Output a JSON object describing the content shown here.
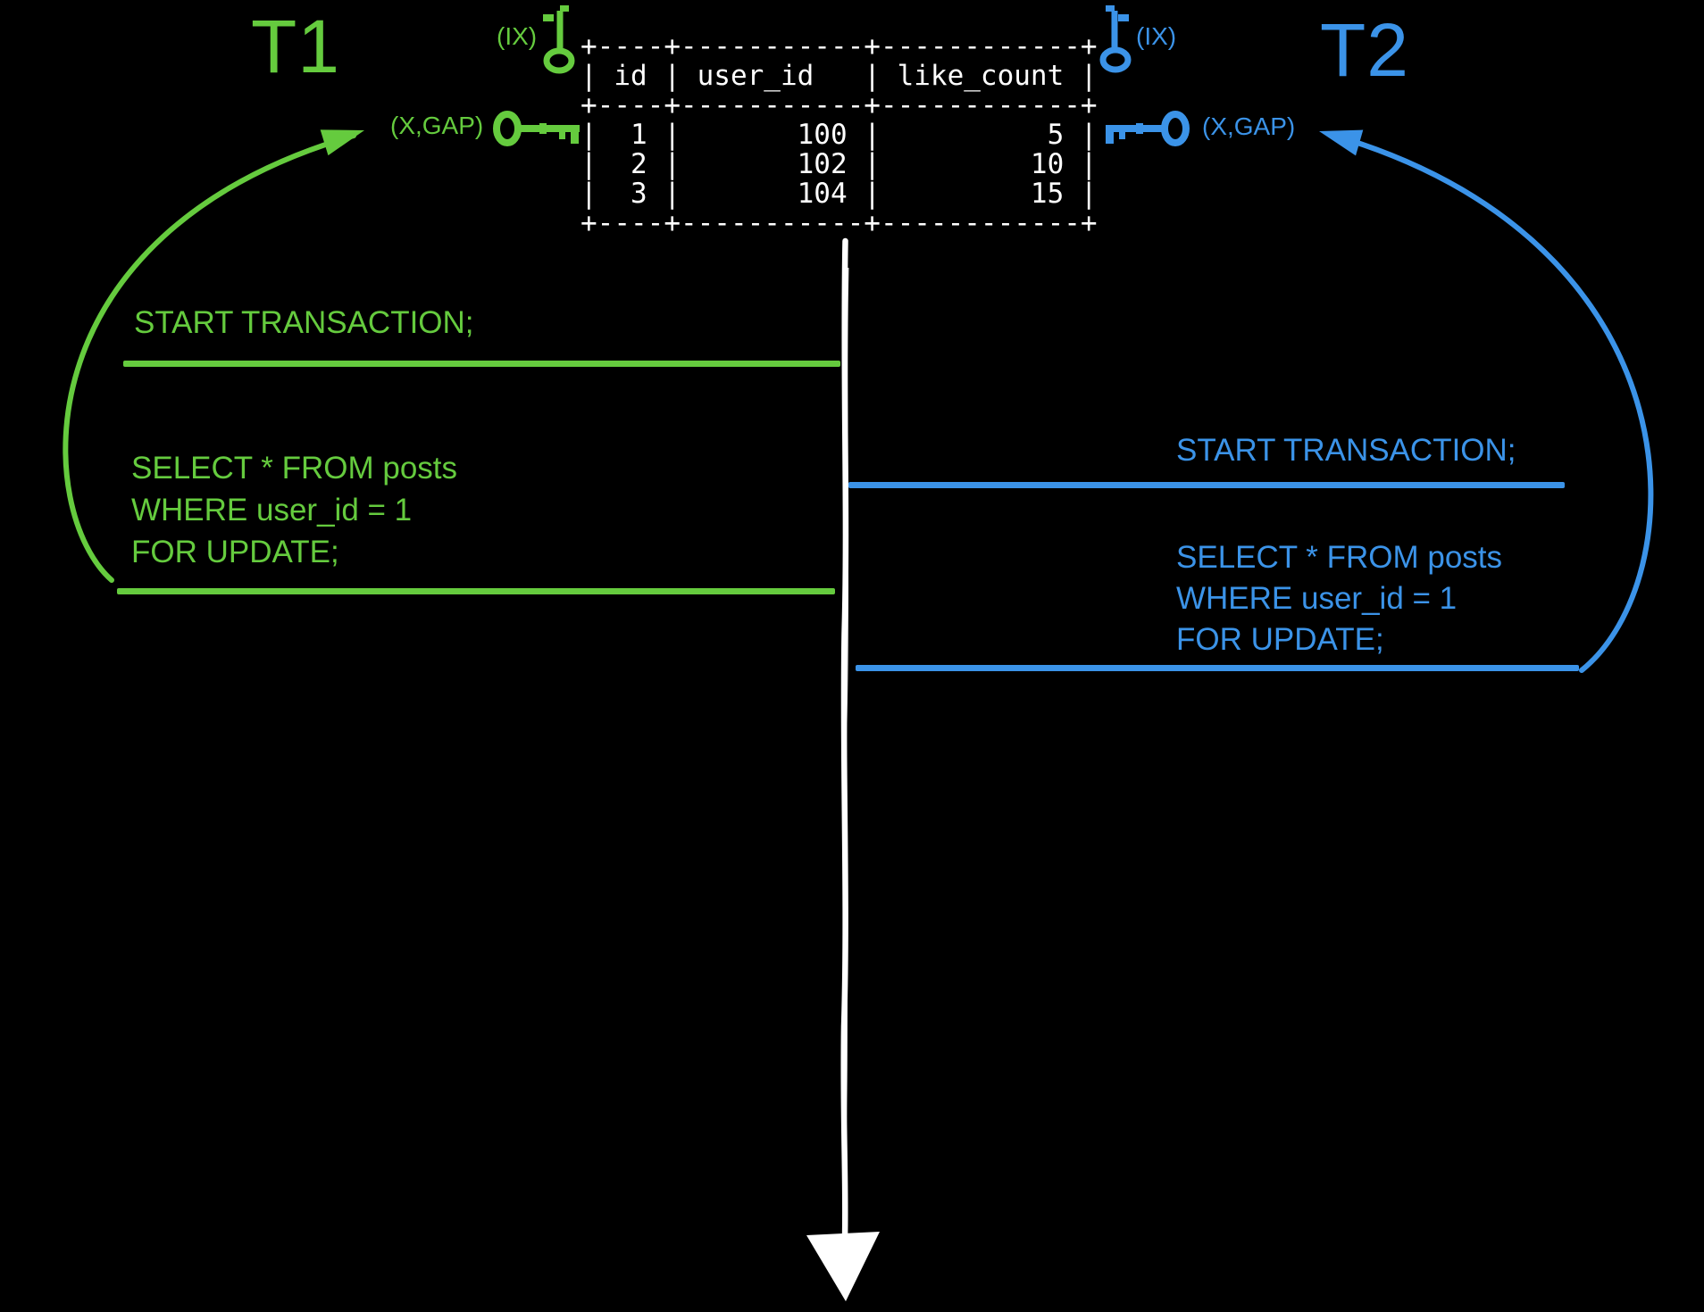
{
  "colors": {
    "t1_green": "#65cb3e",
    "t2_blue": "#3b93e8",
    "timeline_white": "#ffffff",
    "background": "#000000"
  },
  "t1": {
    "label": "T1",
    "intent_lock_label": "(IX)",
    "row_lock_label": "(X,GAP)",
    "statement1": "START TRANSACTION;",
    "statement2_lines": [
      "SELECT * FROM posts",
      "WHERE user_id = 1",
      "FOR UPDATE;"
    ]
  },
  "t2": {
    "label": "T2",
    "intent_lock_label": "(IX)",
    "row_lock_label": "(X,GAP)",
    "statement1": "START TRANSACTION;",
    "statement2_lines": [
      "SELECT * FROM posts",
      "WHERE user_id = 1",
      "FOR UPDATE;"
    ]
  },
  "table": {
    "columns": [
      "id",
      "user_id",
      "like_count"
    ],
    "rows": [
      [
        "1",
        "100",
        "5"
      ],
      [
        "2",
        "102",
        "10"
      ],
      [
        "3",
        "104",
        "15"
      ]
    ],
    "ascii": [
      "+----+-----------+------------+",
      "| id | user_id   | like_count |",
      "+----+-----------+------------+",
      "|  1 |       100 |          5 |",
      "|  2 |       102 |         10 |",
      "|  3 |       104 |         15 |",
      "+----+-----------+------------+"
    ]
  },
  "icons": {
    "t1_intent_lock": "key-icon",
    "t1_row_lock": "key-icon",
    "t2_intent_lock": "key-icon",
    "t2_row_lock": "key-icon",
    "t1_pointer": "curved-arrow-icon",
    "t2_pointer": "curved-arrow-icon",
    "timeline": "down-arrow-icon"
  }
}
